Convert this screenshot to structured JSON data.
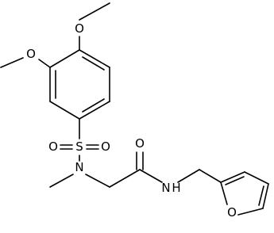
{
  "molecule": {
    "atoms": {
      "o_methoxy_top": "O",
      "o_methoxy_left": "O",
      "s_sulfonyl": "S",
      "o_sulfonyl_left": "O",
      "o_sulfonyl_right": "O",
      "n_sulfonamide": "N",
      "o_carbonyl": "O",
      "n_amide": "N",
      "h_amide": "H",
      "o_furan": "O"
    }
  }
}
